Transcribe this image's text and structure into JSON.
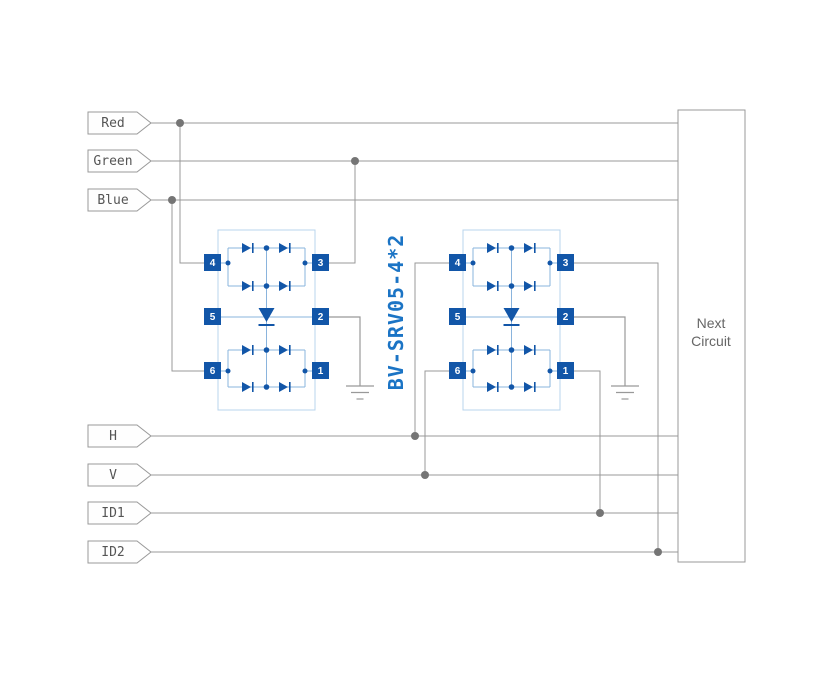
{
  "diagram": {
    "part_label": "BV-SRV05-4*2",
    "signals": [
      {
        "id": "red",
        "label": "Red"
      },
      {
        "id": "green",
        "label": "Green"
      },
      {
        "id": "blue",
        "label": "Blue"
      },
      {
        "id": "h",
        "label": "H"
      },
      {
        "id": "v",
        "label": "V"
      },
      {
        "id": "id1",
        "label": "ID1"
      },
      {
        "id": "id2",
        "label": "ID2"
      }
    ],
    "chips": [
      {
        "name": "esd-protection-array-1",
        "pins_left": [
          "4",
          "5",
          "6"
        ],
        "pins_right": [
          "3",
          "2",
          "1"
        ]
      },
      {
        "name": "esd-protection-array-2",
        "pins_left": [
          "4",
          "5",
          "6"
        ],
        "pins_right": [
          "3",
          "2",
          "1"
        ]
      }
    ],
    "next_circuit": {
      "line1": "Next",
      "line2": "Circuit"
    },
    "colors": {
      "wire": "#999999",
      "junction_dot": "#757575",
      "tag_text": "#555555",
      "box_text": "#666666",
      "chip_accent": "#1256a8",
      "chip_wire": "#8ab4dd",
      "chip_border": "#b9d4ec",
      "part_label_blue": "#1b74c5",
      "background": "#ffffff"
    }
  }
}
